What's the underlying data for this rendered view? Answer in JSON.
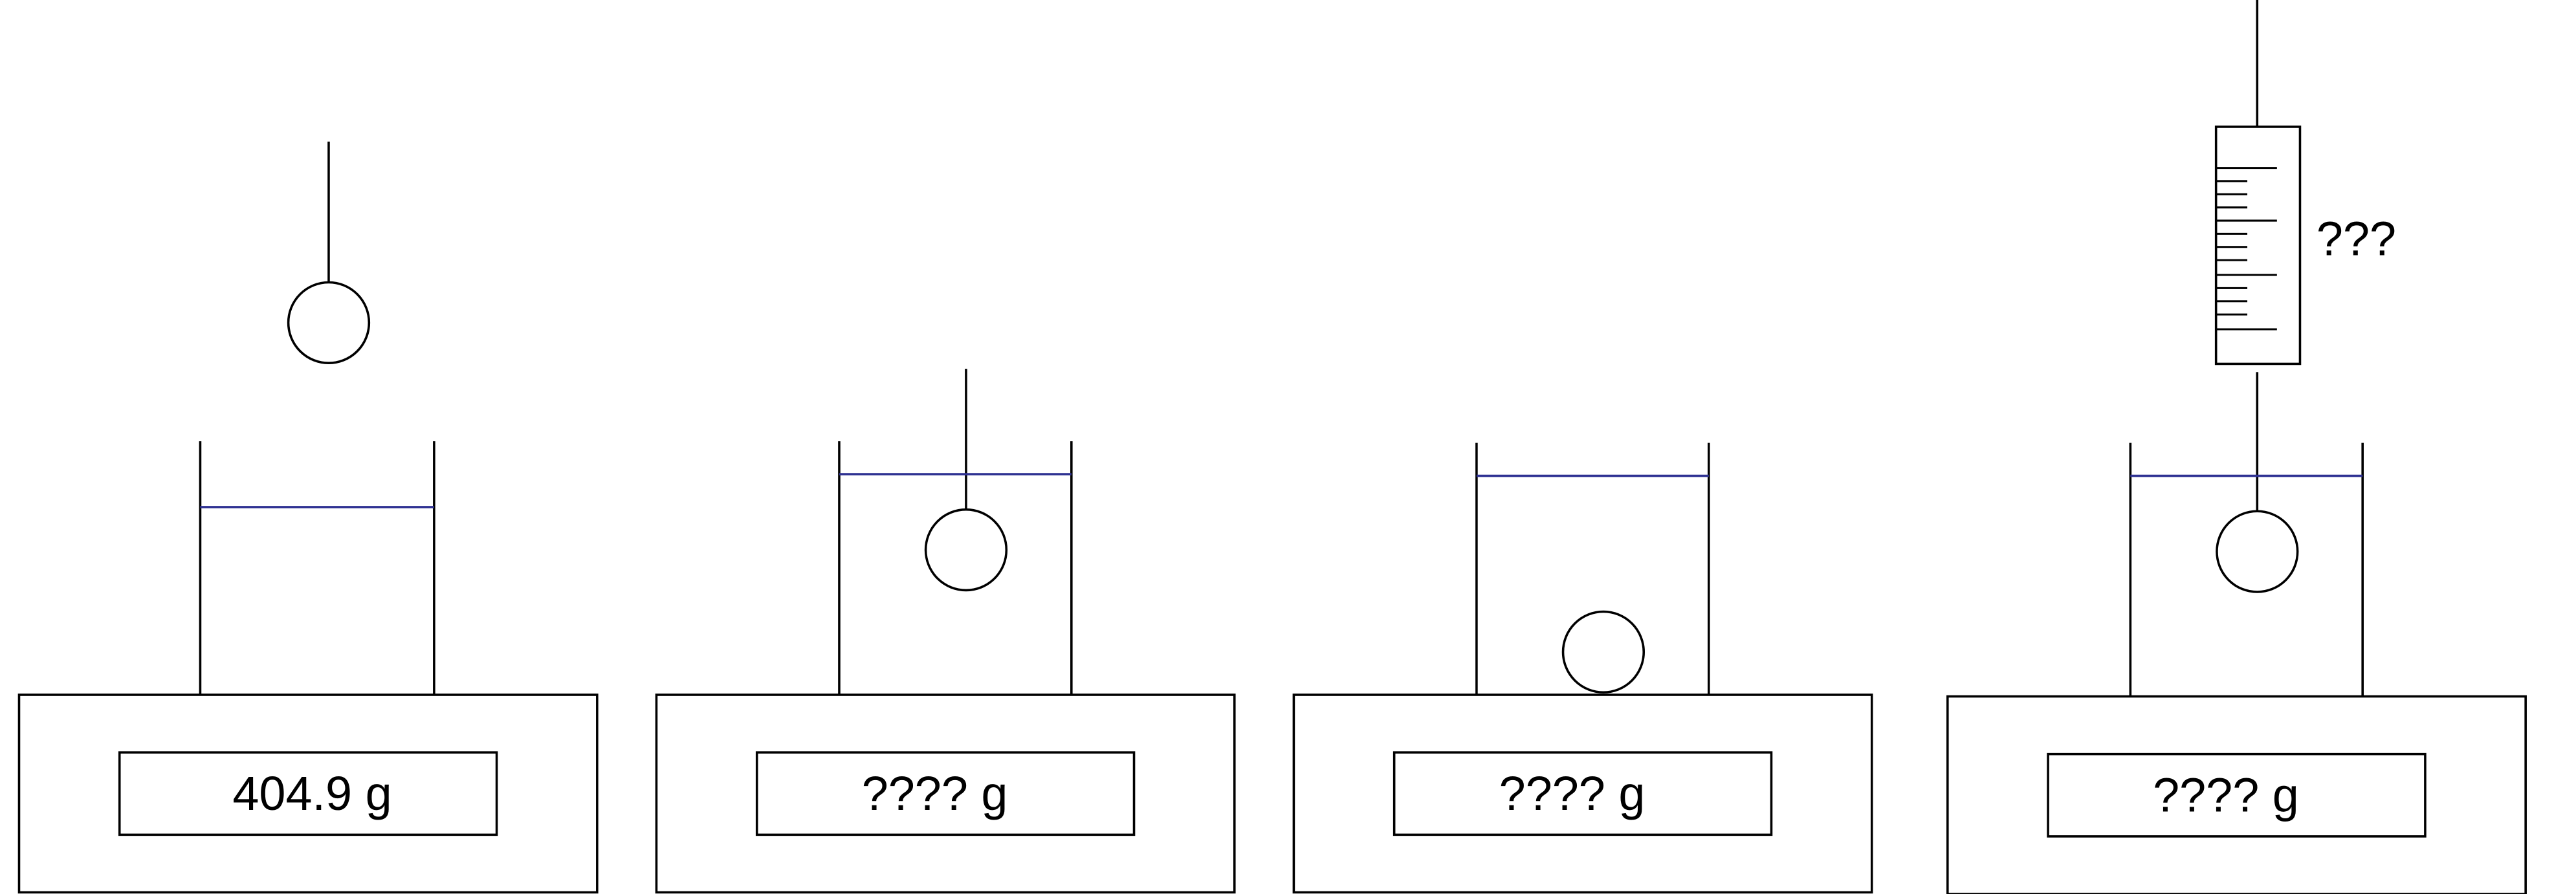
{
  "diagram": {
    "colors": {
      "outline": "#000000",
      "water_line": "#2e3192",
      "background": "#ffffff"
    },
    "scales": [
      {
        "reading": "404.9 g"
      },
      {
        "reading": "???? g"
      },
      {
        "reading": "???? g"
      },
      {
        "reading": "???? g"
      }
    ],
    "spring_scale": {
      "reading": "???"
    }
  }
}
